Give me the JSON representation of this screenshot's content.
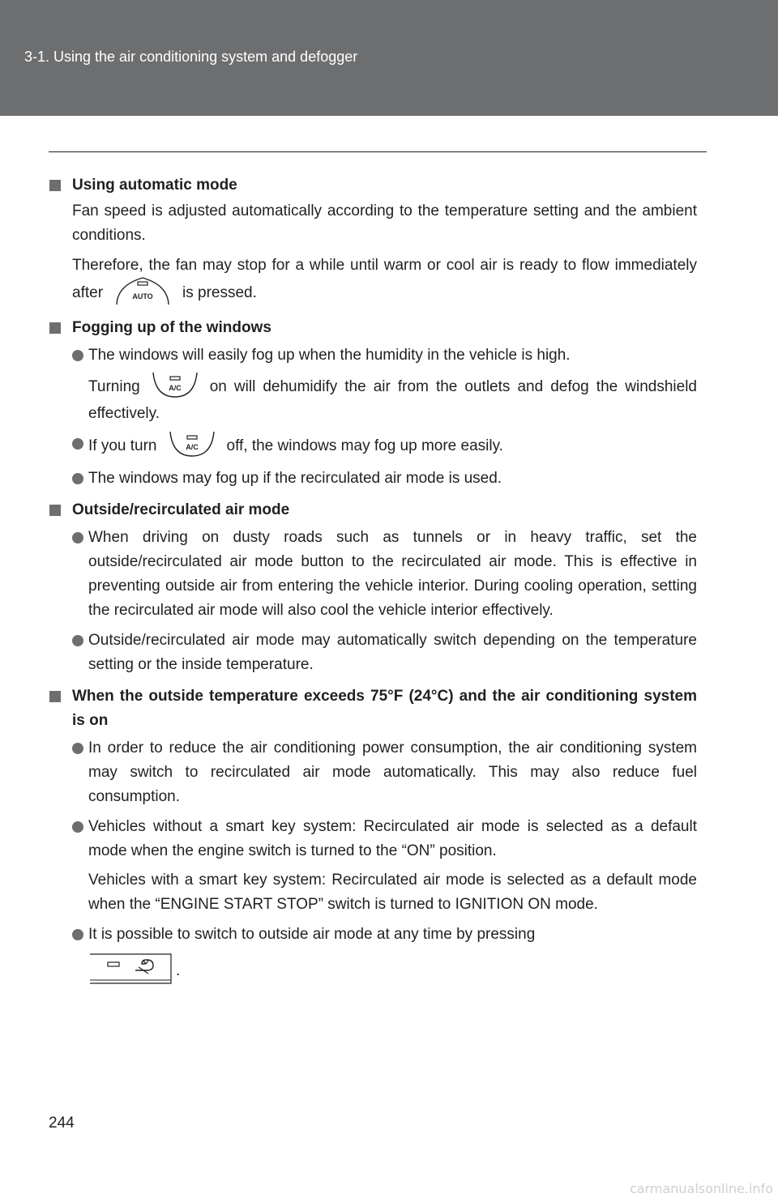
{
  "header": {
    "title": "3-1. Using the air conditioning system and defogger"
  },
  "icons": {
    "auto_button": "auto-button-icon",
    "ac_button": "ac-button-icon",
    "recirc_button": "recirculation-button-icon"
  },
  "colors": {
    "header_bg": "#6d6e70",
    "bullet": "#6d6e70",
    "text": "#231f20"
  },
  "s1": {
    "heading": "Using automatic mode",
    "p1": "Fan speed is adjusted automatically according to the temperature setting and the ambient conditions.",
    "p2_before": "Therefore, the fan may stop for a while until warm or cool air is ready to flow immediately after",
    "p2_after": "is pressed.",
    "auto_label": "AUTO"
  },
  "s2": {
    "heading": "Fogging up of the windows",
    "b1_line1": "The windows will easily fog up when the humidity in the vehicle is high.",
    "b1_before": "Turning",
    "b1_after": "on will dehumidify the air from the outlets and defog the windshield effectively.",
    "b2_before": "If you turn",
    "b2_after": "off, the windows may fog up more easily.",
    "b3": "The windows may fog up if the recirculated air mode is used.",
    "ac_label": "A/C"
  },
  "s3": {
    "heading": "Outside/recirculated air mode",
    "b1": "When driving on dusty roads such as tunnels or in heavy traffic, set the outside/recirculated air mode button to the recirculated air mode. This is effective in preventing outside air from entering the vehicle interior. During cooling operation, setting the recirculated air mode will also cool the vehicle interior effectively.",
    "b2": "Outside/recirculated air mode may automatically switch depending on the temperature setting or the inside temperature."
  },
  "s4": {
    "heading": "When the outside temperature exceeds 75°F (24°C) and the air conditioning system is on",
    "b1": "In order to reduce the air conditioning power consumption, the air conditioning system may switch to recirculated air mode automatically. This may also reduce fuel consumption.",
    "b2_p1": "Vehicles without a smart key system: Recirculated air mode is selected as a default mode when the engine switch is turned to the “ON” position.",
    "b2_p2": "Vehicles with a smart key system: Recirculated air mode is selected as a default mode when the “ENGINE START STOP” switch is turned to IGNITION ON mode.",
    "b3": "It is possible to switch to outside air mode at any time by pressing",
    "b3_end": "."
  },
  "page_number": "244",
  "watermark": "carmanualsonline.info"
}
